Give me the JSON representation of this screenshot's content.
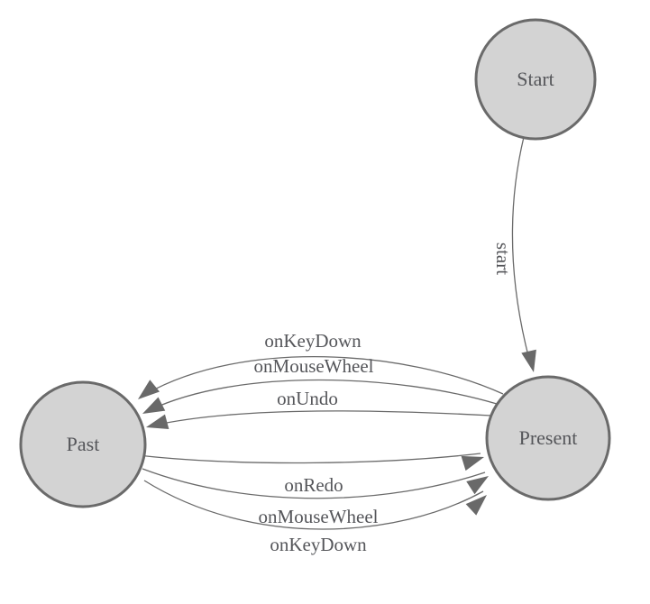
{
  "diagram": {
    "kind": "state-machine-diagram",
    "nodes": [
      {
        "id": "start",
        "label": "Start"
      },
      {
        "id": "present",
        "label": "Present"
      },
      {
        "id": "past",
        "label": "Past"
      }
    ],
    "edges": [
      {
        "from": "Start",
        "to": "Present",
        "label": "start"
      },
      {
        "from": "Present",
        "to": "Past",
        "label": "onKeyDown"
      },
      {
        "from": "Present",
        "to": "Past",
        "label": "onMouseWheel"
      },
      {
        "from": "Present",
        "to": "Past",
        "label": "onUndo"
      },
      {
        "from": "Past",
        "to": "Present",
        "label": "onRedo"
      },
      {
        "from": "Past",
        "to": "Present",
        "label": "onMouseWheel"
      },
      {
        "from": "Past",
        "to": "Present",
        "label": "onKeyDown"
      }
    ],
    "colors": {
      "background": "#ffffff",
      "node_fill": "#d3d3d3",
      "node_stroke": "#6a6a6a",
      "edge_stroke": "#6a6a6a",
      "arrow_fill": "#696969",
      "label_text": "#55565a"
    }
  }
}
